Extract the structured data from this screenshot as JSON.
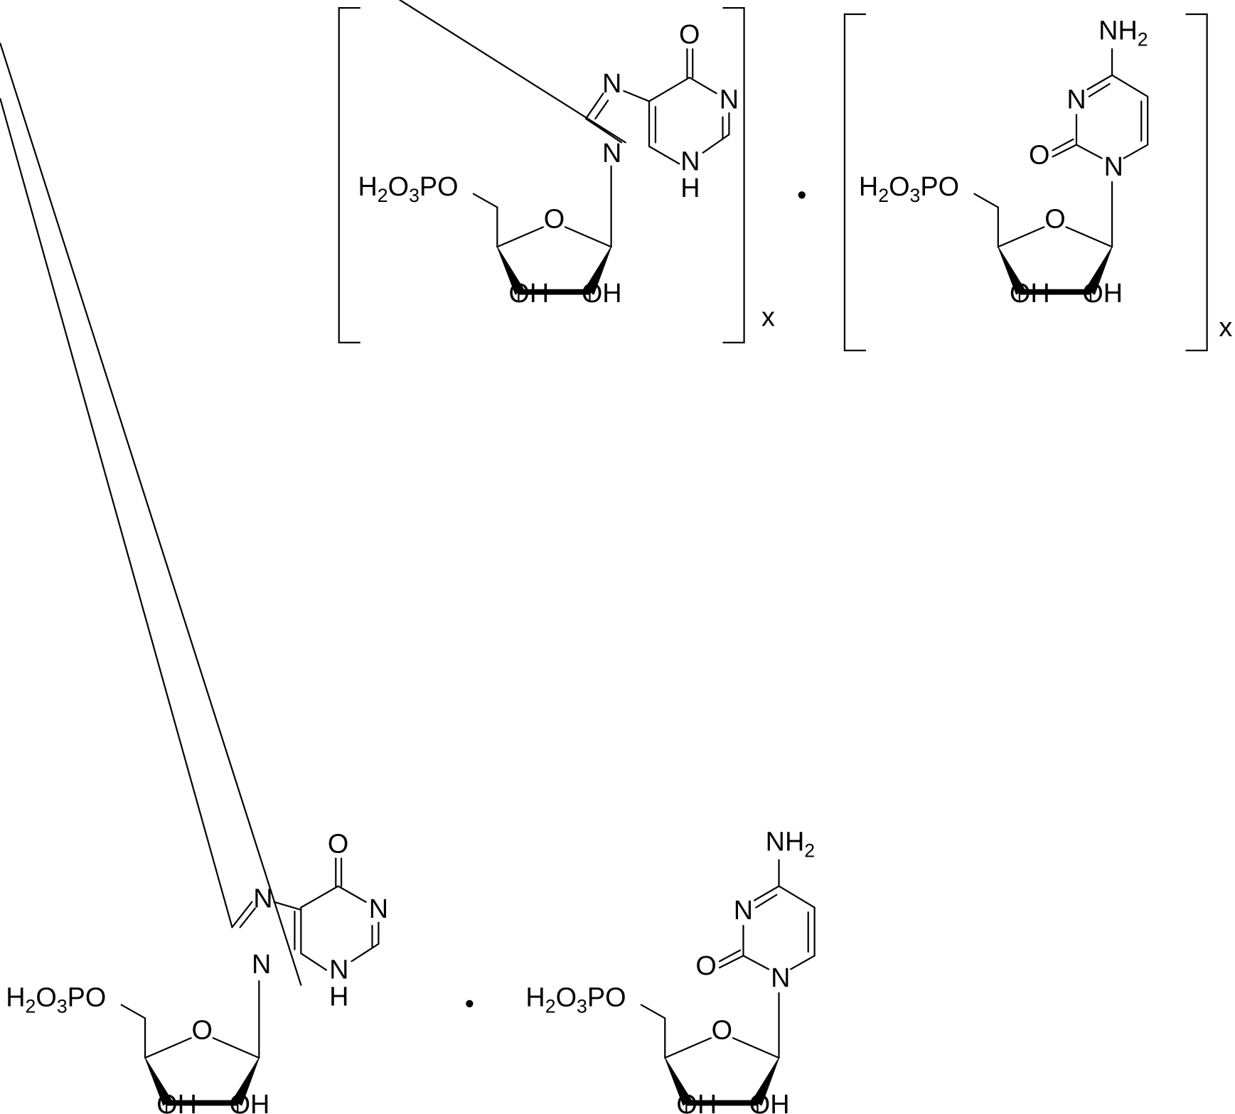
{
  "labels": {
    "phosphate": "H2O3PO",
    "ring_oxygen": "O",
    "hydroxyl": "OH",
    "carbonyl_oxygen": "O",
    "nitrogen": "N",
    "hydrogen": "H",
    "amine": "NH2",
    "repeat_subscript": "x",
    "salt_dot": "•"
  }
}
